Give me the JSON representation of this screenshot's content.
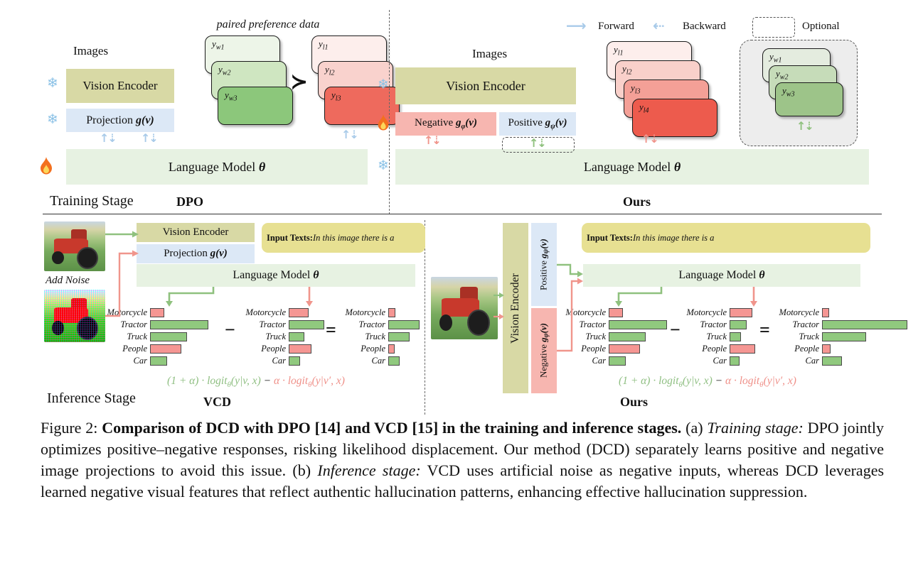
{
  "colors": {
    "vision_encoder_bg": "#d8d9a5",
    "projection_bg": "#dce8f6",
    "negative_projection_bg": "#f7b6b0",
    "language_model_bg": "#e7f2e2",
    "input_texts_bg": "#e7e092",
    "winner_card_greens": [
      "#edf5e8",
      "#cfe6c1",
      "#8cc77b"
    ],
    "loser_card_reds_dpo": [
      "#fdeeec",
      "#f9d2cd",
      "#ee6a5d"
    ],
    "loser_card_reds_ours": [
      "#fdeeec",
      "#f9d0ca",
      "#f4a097",
      "#ed5b4d"
    ],
    "optional_card_greens": [
      "#e4ecdf",
      "#c6dcb9",
      "#9dc489"
    ],
    "bar_green": "#90c97e",
    "bar_red": "#f59693",
    "arrow_blue": "#a9cbe9",
    "arrow_green": "#8fc17e",
    "arrow_red": "#f0958c",
    "formula_green": "#8fbf82",
    "formula_red": "#ef9089"
  },
  "icons": {
    "snowflake": "❄",
    "fire": "flame-svg",
    "forward_up": "↑",
    "backward_down": "⇣",
    "forward_right": "⟶",
    "backward_left": "⇠"
  },
  "legend": {
    "forward": "Forward",
    "backward": "Backward",
    "optional": "Optional"
  },
  "training": {
    "stage_label": "Training Stage",
    "dpo": {
      "title": "DPO",
      "images_label": "Images",
      "vision_encoder": "Vision Encoder",
      "projection": {
        "pre": "Projection ",
        "math": "g(v)"
      },
      "paired_label": "paired preference data",
      "succ": "≻",
      "winner_cards": [
        {
          "base": "y",
          "sub": "w1"
        },
        {
          "base": "y",
          "sub": "w2"
        },
        {
          "base": "y",
          "sub": "w3"
        }
      ],
      "loser_cards": [
        {
          "base": "y",
          "sub": "l1"
        },
        {
          "base": "y",
          "sub": "l2"
        },
        {
          "base": "y",
          "sub": "l3"
        }
      ],
      "language_model": {
        "pre": "Language Model ",
        "math": "θ"
      }
    },
    "ours": {
      "title": "Ours",
      "images_label": "Images",
      "vision_encoder": "Vision Encoder",
      "negative": {
        "pre": "Negative ",
        "base": "g",
        "sub": "φ",
        "post": "(v)"
      },
      "positive": {
        "pre": "Positive ",
        "base": "g",
        "sub": "ψ",
        "post": "(v)"
      },
      "loser_cards": [
        {
          "base": "y",
          "sub": "l1"
        },
        {
          "base": "y",
          "sub": "l2"
        },
        {
          "base": "y",
          "sub": "l3"
        },
        {
          "base": "y",
          "sub": "l4"
        }
      ],
      "optional_cards": [
        {
          "base": "y",
          "sub": "w1"
        },
        {
          "base": "y",
          "sub": "w2"
        },
        {
          "base": "y",
          "sub": "w3"
        }
      ],
      "language_model": {
        "pre": "Language Model ",
        "math": "θ"
      }
    }
  },
  "inference": {
    "stage_label": "Inference Stage",
    "vcd": {
      "title": "VCD",
      "add_noise": "Add Noise",
      "vision_encoder": "Vision Encoder",
      "projection": {
        "pre": "Projection ",
        "math": "g(v)"
      },
      "input_texts": {
        "bold": "Input Texts:",
        "italic": " In this image there is a"
      },
      "language_model": {
        "pre": "Language Model ",
        "math": "θ"
      },
      "minus": "−",
      "equals": "=",
      "formula": {
        "pos": "(1 + α) · logit",
        "pos_sub": "θ",
        "pos_args": "(y|v, x)",
        "minus": " − ",
        "neg": "α · logit",
        "neg_sub": "θ",
        "neg_args": "(y|v′, x)"
      }
    },
    "ours": {
      "title": "Ours",
      "vision_encoder": "Vision Encoder",
      "positive": {
        "pre": "Positive ",
        "base": "g",
        "sub": "ψ",
        "post": "(v)"
      },
      "negative": {
        "pre": "Negative ",
        "base": "g",
        "sub": "φ",
        "post": "(v)"
      },
      "input_texts": {
        "bold": "Input Texts:",
        "italic": " In this image there is a"
      },
      "language_model": {
        "pre": "Language Model ",
        "math": "θ"
      },
      "minus": "−",
      "equals": "=",
      "formula": {
        "pos": "(1 + α) · logit",
        "pos_sub": "θ",
        "pos_args": "(y|v, x)",
        "minus": " − ",
        "neg": "α · logit",
        "neg_sub": "θ",
        "neg_args": "(y|v′, x)"
      }
    }
  },
  "chart_data": {
    "type": "bar",
    "title": "",
    "categories": [
      "Motorcycle",
      "Tractor",
      "Truck",
      "People",
      "Car"
    ],
    "bar_colors": [
      "red",
      "green",
      "green",
      "red",
      "green"
    ],
    "axes_labeled": false,
    "vcd": {
      "original_logits": [
        18,
        80,
        50,
        42,
        22
      ],
      "distorted_logits": [
        26,
        48,
        20,
        30,
        14
      ],
      "contrasted_logits": [
        8,
        42,
        28,
        7,
        14
      ]
    },
    "ours": {
      "original_logits": [
        18,
        80,
        50,
        42,
        22
      ],
      "negative_logits": [
        30,
        22,
        14,
        34,
        12
      ],
      "contrasted_logits": [
        8,
        118,
        60,
        10,
        26
      ]
    }
  },
  "caption": {
    "segments": [
      {
        "text": "Figure 2: ",
        "style": "normal"
      },
      {
        "text": "Comparison of DCD with DPO [14] and VCD [15] in the training and inference stages.",
        "style": "bold"
      },
      {
        "text": " (a) ",
        "style": "normal"
      },
      {
        "text": "Training stage:",
        "style": "italic"
      },
      {
        "text": " DPO jointly optimizes positive–negative responses, risking likelihood displacement. Our method (DCD) separately learns positive and negative image projections to avoid this issue. (b) ",
        "style": "normal"
      },
      {
        "text": "Inference stage:",
        "style": "italic"
      },
      {
        "text": " VCD uses artificial noise as negative inputs, whereas DCD leverages learned negative visual features that reflect authentic hallucination patterns, enhancing effective hallucination suppression.",
        "style": "normal"
      }
    ]
  }
}
